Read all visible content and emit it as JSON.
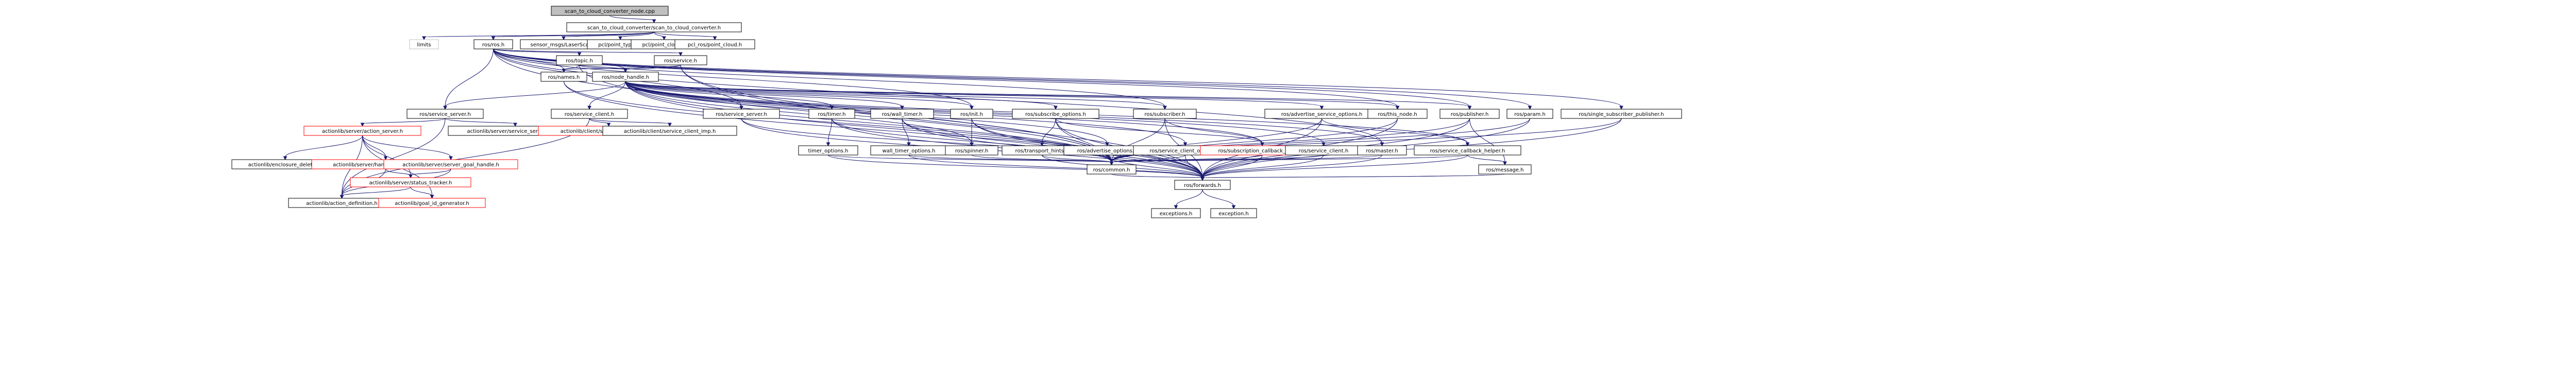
{
  "nodes": [
    {
      "id": "root",
      "label": "scan_to_cloud_converter_node.cpp",
      "style": "root"
    },
    {
      "id": "stcc",
      "label": "scan_to_cloud_converter/scan_to_cloud_converter.h",
      "style": "normal"
    },
    {
      "id": "limits",
      "label": "limits",
      "style": "grey"
    },
    {
      "id": "rosh",
      "label": "ros/ros.h",
      "style": "normal"
    },
    {
      "id": "laserscan",
      "label": "sensor_msgs/LaserScan.h",
      "style": "normal"
    },
    {
      "id": "pcltypes",
      "label": "pcl/point_types.h",
      "style": "normal"
    },
    {
      "id": "pclcloud",
      "label": "pcl/point_cloud.h",
      "style": "normal"
    },
    {
      "id": "pclros",
      "label": "pcl_ros/point_cloud.h",
      "style": "normal"
    },
    {
      "id": "topic",
      "label": "ros/topic.h",
      "style": "normal"
    },
    {
      "id": "service",
      "label": "ros/service.h",
      "style": "normal"
    },
    {
      "id": "names",
      "label": "ros/names.h",
      "style": "normal"
    },
    {
      "id": "nodehandle",
      "label": "ros/node_handle.h",
      "style": "normal"
    },
    {
      "id": "servicesrv",
      "label": "ros/service_server.h",
      "style": "normal"
    },
    {
      "id": "serviceclient",
      "label": "ros/service_client.h",
      "style": "normal"
    },
    {
      "id": "svcserver",
      "label": "ros/service_server.h",
      "style": "normal"
    },
    {
      "id": "timer",
      "label": "ros/timer.h",
      "style": "normal"
    },
    {
      "id": "walltimer",
      "label": "ros/wall_timer.h",
      "style": "normal"
    },
    {
      "id": "init",
      "label": "ros/init.h",
      "style": "normal"
    },
    {
      "id": "subopts",
      "label": "ros/subscribe_options.h",
      "style": "normal"
    },
    {
      "id": "subscriber",
      "label": "ros/subscriber.h",
      "style": "normal"
    },
    {
      "id": "advsvcopts",
      "label": "ros/advertise_service_options.h",
      "style": "normal"
    },
    {
      "id": "thisnode",
      "label": "ros/this_node.h",
      "style": "normal"
    },
    {
      "id": "publisher",
      "label": "ros/publisher.h",
      "style": "normal"
    },
    {
      "id": "param",
      "label": "ros/param.h",
      "style": "normal"
    },
    {
      "id": "singlesub",
      "label": "ros/single_subscriber_publisher.h",
      "style": "normal"
    },
    {
      "id": "actionserver",
      "label": "actionlib/server/action_server.h",
      "style": "red"
    },
    {
      "id": "servicesrvimp",
      "label": "actionlib/server/service_server_imp.h",
      "style": "normal"
    },
    {
      "id": "simpleactionclient",
      "label": "actionlib/client/simple_action_client.h",
      "style": "red"
    },
    {
      "id": "serviceclientimp",
      "label": "actionlib/client/service_client_imp.h",
      "style": "normal"
    },
    {
      "id": "timeropts",
      "label": "timer_options.h",
      "style": "normal"
    },
    {
      "id": "walltimeropts",
      "label": "wall_timer_options.h",
      "style": "normal"
    },
    {
      "id": "spinner",
      "label": "ros/spinner.h",
      "style": "normal"
    },
    {
      "id": "transporthints",
      "label": "ros/transport_hints.h",
      "style": "normal"
    },
    {
      "id": "advopts",
      "label": "ros/advertise_options.h",
      "style": "normal"
    },
    {
      "id": "svcclientopts",
      "label": "ros/service_client_options.h",
      "style": "normal"
    },
    {
      "id": "subcbhelper",
      "label": "ros/subscription_callback_helper.h",
      "style": "red"
    },
    {
      "id": "svcclient2",
      "label": "ros/service_client.h",
      "style": "normal"
    },
    {
      "id": "master",
      "label": "ros/master.h",
      "style": "normal"
    },
    {
      "id": "svccbhelper",
      "label": "ros/service_callback_helper.h",
      "style": "normal"
    },
    {
      "id": "closuredeleter",
      "label": "actionlib/enclosure_deleter.h",
      "style": "normal"
    },
    {
      "id": "handletracker",
      "label": "actionlib/server/handle_tracker_deleter.h",
      "style": "red"
    },
    {
      "id": "goalhandle",
      "label": "actionlib/server/server_goal_handle.h",
      "style": "red"
    },
    {
      "id": "statustracker",
      "label": "actionlib/server/status_tracker.h",
      "style": "red"
    },
    {
      "id": "actiondef",
      "label": "actionlib/action_definition.h",
      "style": "normal"
    },
    {
      "id": "goalidgen",
      "label": "actionlib/goal_id_generator.h",
      "style": "red"
    },
    {
      "id": "common",
      "label": "ros/common.h",
      "style": "normal"
    },
    {
      "id": "message",
      "label": "ros/message.h",
      "style": "normal"
    },
    {
      "id": "forwards",
      "label": "ros/forwards.h",
      "style": "normal"
    },
    {
      "id": "exceptions",
      "label": "exceptions.h",
      "style": "normal"
    },
    {
      "id": "exception",
      "label": "exception.h",
      "style": "normal"
    }
  ],
  "edges": [
    [
      "root",
      "stcc"
    ],
    [
      "stcc",
      "limits"
    ],
    [
      "stcc",
      "rosh"
    ],
    [
      "stcc",
      "laserscan"
    ],
    [
      "stcc",
      "pcltypes"
    ],
    [
      "stcc",
      "pclcloud"
    ],
    [
      "stcc",
      "pclros"
    ],
    [
      "rosh",
      "topic"
    ],
    [
      "rosh",
      "service"
    ],
    [
      "rosh",
      "names"
    ],
    [
      "rosh",
      "nodehandle"
    ],
    [
      "rosh",
      "servicesrv"
    ],
    [
      "rosh",
      "init"
    ],
    [
      "rosh",
      "subscriber"
    ],
    [
      "rosh",
      "publisher"
    ],
    [
      "rosh",
      "param"
    ],
    [
      "rosh",
      "singlesub"
    ],
    [
      "rosh",
      "thisnode"
    ],
    [
      "rosh",
      "master"
    ],
    [
      "rosh",
      "common"
    ],
    [
      "rosh",
      "svcserver"
    ],
    [
      "topic",
      "names"
    ],
    [
      "topic",
      "nodehandle"
    ],
    [
      "topic",
      "common"
    ],
    [
      "service",
      "names"
    ],
    [
      "service",
      "nodehandle"
    ],
    [
      "service",
      "common"
    ],
    [
      "service",
      "forwards"
    ],
    [
      "names",
      "forwards"
    ],
    [
      "names",
      "common"
    ],
    [
      "nodehandle",
      "serviceclient"
    ],
    [
      "nodehandle",
      "svcserver"
    ],
    [
      "nodehandle",
      "timer"
    ],
    [
      "nodehandle",
      "walltimer"
    ],
    [
      "nodehandle",
      "init"
    ],
    [
      "nodehandle",
      "subopts"
    ],
    [
      "nodehandle",
      "subscriber"
    ],
    [
      "nodehandle",
      "advsvcopts"
    ],
    [
      "nodehandle",
      "thisnode"
    ],
    [
      "nodehandle",
      "publisher"
    ],
    [
      "nodehandle",
      "common"
    ],
    [
      "nodehandle",
      "forwards"
    ],
    [
      "nodehandle",
      "advopts"
    ],
    [
      "nodehandle",
      "svcclientopts"
    ],
    [
      "nodehandle",
      "subcbhelper"
    ],
    [
      "nodehandle",
      "svcclient2"
    ],
    [
      "nodehandle",
      "spinner"
    ],
    [
      "nodehandle",
      "master"
    ],
    [
      "nodehandle",
      "svccbhelper"
    ],
    [
      "nodehandle",
      "servicesrv"
    ],
    [
      "servicesrv",
      "actionserver"
    ],
    [
      "servicesrv",
      "servicesrvimp"
    ],
    [
      "servicesrv",
      "actiondef"
    ],
    [
      "serviceclient",
      "simpleactionclient"
    ],
    [
      "serviceclient",
      "serviceclientimp"
    ],
    [
      "serviceclient",
      "actiondef"
    ],
    [
      "svcserver",
      "common"
    ],
    [
      "svcserver",
      "forwards"
    ],
    [
      "timer",
      "timeropts"
    ],
    [
      "timer",
      "common"
    ],
    [
      "timer",
      "forwards"
    ],
    [
      "walltimer",
      "walltimeropts"
    ],
    [
      "walltimer",
      "common"
    ],
    [
      "walltimer",
      "forwards"
    ],
    [
      "init",
      "spinner"
    ],
    [
      "init",
      "common"
    ],
    [
      "init",
      "forwards"
    ],
    [
      "subopts",
      "transporthints"
    ],
    [
      "subopts",
      "common"
    ],
    [
      "subopts",
      "subcbhelper"
    ],
    [
      "subopts",
      "forwards"
    ],
    [
      "subscriber",
      "common"
    ],
    [
      "subscriber",
      "subcbhelper"
    ],
    [
      "subscriber",
      "forwards"
    ],
    [
      "advsvcopts",
      "svccbhelper"
    ],
    [
      "advsvcopts",
      "common"
    ],
    [
      "advsvcopts",
      "forwards"
    ],
    [
      "thisnode",
      "common"
    ],
    [
      "thisnode",
      "forwards"
    ],
    [
      "publisher",
      "message"
    ],
    [
      "publisher",
      "common"
    ],
    [
      "publisher",
      "forwards"
    ],
    [
      "param",
      "common"
    ],
    [
      "param",
      "forwards"
    ],
    [
      "singlesub",
      "common"
    ],
    [
      "singlesub",
      "forwards"
    ],
    [
      "actionserver",
      "closuredeleter"
    ],
    [
      "actionserver",
      "handletracker"
    ],
    [
      "actionserver",
      "goalhandle"
    ],
    [
      "actionserver",
      "statustracker"
    ],
    [
      "actionserver",
      "actiondef"
    ],
    [
      "actionserver",
      "goalidgen"
    ],
    [
      "handletracker",
      "statustracker"
    ],
    [
      "handletracker",
      "actiondef"
    ],
    [
      "goalhandle",
      "statustracker"
    ],
    [
      "goalhandle",
      "actiondef"
    ],
    [
      "statustracker",
      "actiondef"
    ],
    [
      "statustracker",
      "goalidgen"
    ],
    [
      "timeropts",
      "common"
    ],
    [
      "timeropts",
      "forwards"
    ],
    [
      "walltimeropts",
      "common"
    ],
    [
      "walltimeropts",
      "forwards"
    ],
    [
      "spinner",
      "common"
    ],
    [
      "transporthints",
      "common"
    ],
    [
      "transporthints",
      "forwards"
    ],
    [
      "advopts",
      "common"
    ],
    [
      "advopts",
      "forwards"
    ],
    [
      "svcclientopts",
      "common"
    ],
    [
      "svcclientopts",
      "forwards"
    ],
    [
      "subcbhelper",
      "common"
    ],
    [
      "subcbhelper",
      "forwards"
    ],
    [
      "svcclient2",
      "common"
    ],
    [
      "svcclient2",
      "forwards"
    ],
    [
      "master",
      "common"
    ],
    [
      "master",
      "forwards"
    ],
    [
      "svccbhelper",
      "common"
    ],
    [
      "svccbhelper",
      "forwards"
    ],
    [
      "svccbhelper",
      "message"
    ],
    [
      "common",
      "forwards"
    ],
    [
      "message",
      "forwards"
    ],
    [
      "forwards",
      "exceptions"
    ],
    [
      "forwards",
      "exception"
    ]
  ]
}
